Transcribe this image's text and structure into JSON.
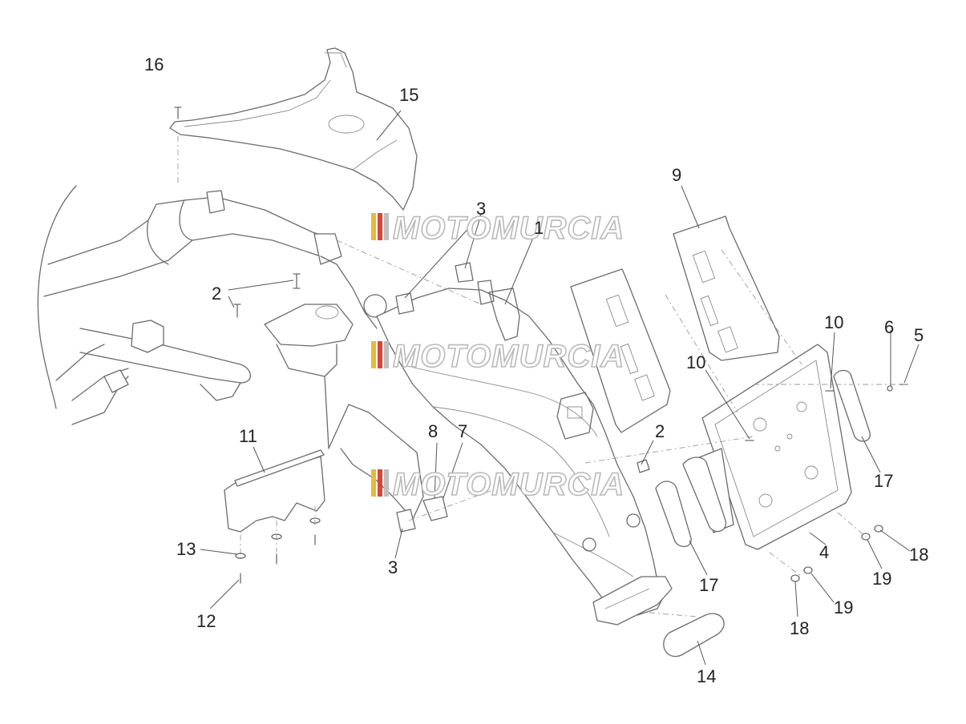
{
  "diagram": {
    "callouts": [
      "16",
      "15",
      "3",
      "2",
      "9",
      "10",
      "6",
      "5",
      "10",
      "1",
      "8",
      "7",
      "2",
      "11",
      "13",
      "12",
      "3",
      "17",
      "4",
      "17",
      "19",
      "18",
      "18",
      "19",
      "14"
    ]
  },
  "watermark": {
    "text": "MOTOMURCIA",
    "stripe_colors": [
      "#e8b93a",
      "#d8453a",
      "#bfbfbf"
    ]
  }
}
